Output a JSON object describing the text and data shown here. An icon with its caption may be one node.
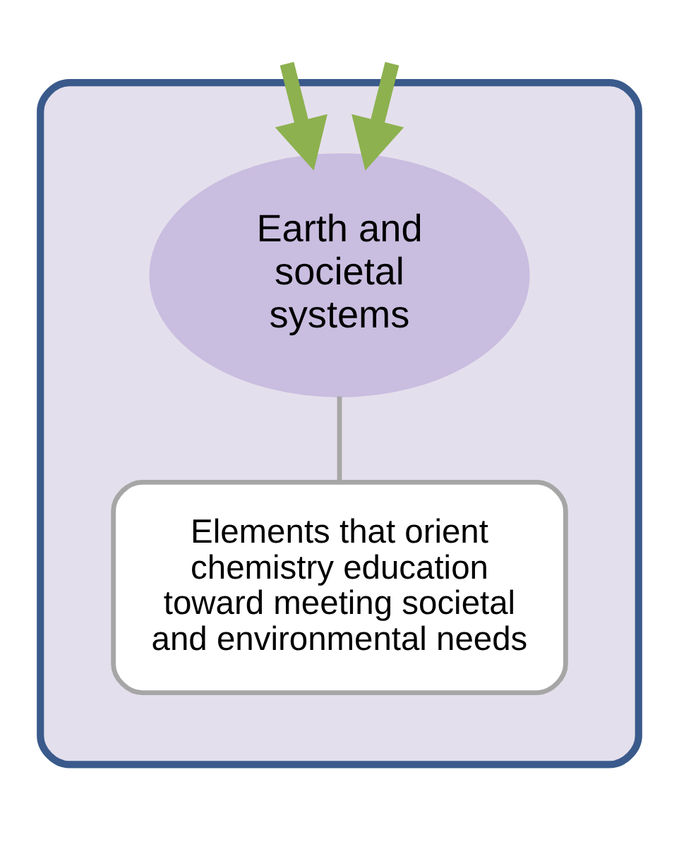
{
  "diagram": {
    "nodes": [
      {
        "text": [],
        "shape": "box"
      },
      {
        "text": [
          "Earth and societal systems"
        ],
        "in": 0
      },
      {
        "text": [
          "Elements that orient chemistry education toward meeting societal and environmental needs"
        ],
        "in": 0
      }
    ],
    "edges": [
      {
        "from": null,
        "to": 1,
        "arrow": "to"
      },
      {
        "from": null,
        "to": 1,
        "arrow": "to"
      },
      {
        "from": 2,
        "to": 1,
        "arrow": "none",
        "color": "#a6a6a6"
      }
    ]
  }
}
